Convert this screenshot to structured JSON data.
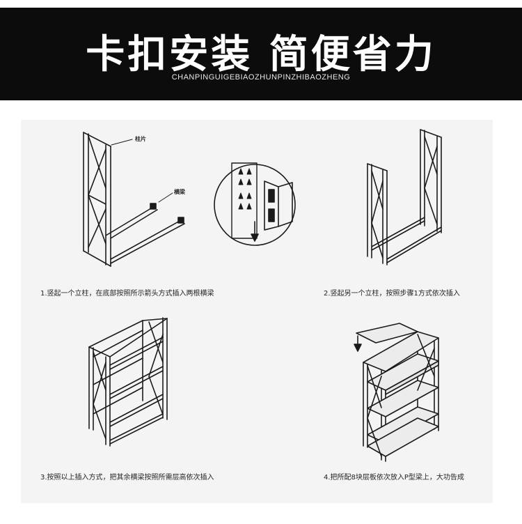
{
  "banner": {
    "title": "卡扣安装 简便省力",
    "subtitle": "CHANPINGUIGEBIAOZHUNPINZHIBAOZHENG"
  },
  "steps": {
    "step1": {
      "caption": "1.竖起一个立柱，在底部按照所示箭头方式插入两根横梁",
      "label_post": "柱片",
      "label_beam": "横梁"
    },
    "step2": {
      "caption": "2.竖起另一个立柱，按照步骤1方式依次插入"
    },
    "step3": {
      "caption": "3.按照以上插入方式，把其余横梁按照所需层高依次插入"
    },
    "step4": {
      "caption": "4.把所配8块层板依次放入P型梁上，大功告成"
    }
  },
  "colors": {
    "banner_bg": "#0c0c0c",
    "panel_bg": "#f4f4f4",
    "line": "#1a1a1a"
  }
}
